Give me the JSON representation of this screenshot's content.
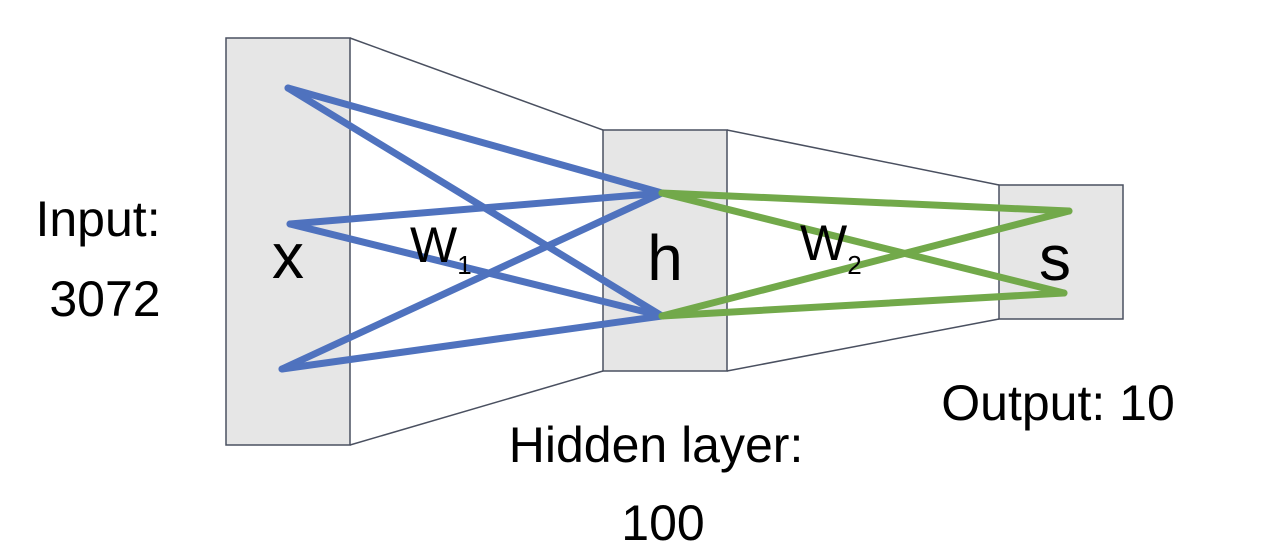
{
  "diagram": {
    "layers": {
      "input": {
        "symbol": "x",
        "caption_lines": [
          "Input:",
          "3072"
        ]
      },
      "hidden": {
        "symbol": "h",
        "caption_lines": [
          "Hidden layer:",
          "100"
        ]
      },
      "output": {
        "symbol": "s",
        "caption": "Output: 10"
      }
    },
    "weights": {
      "w1": {
        "letter": "W",
        "subscript": "1"
      },
      "w2": {
        "letter": "W",
        "subscript": "2"
      }
    },
    "colors": {
      "w1_edges": "#4f72be",
      "w2_edges": "#72a94a",
      "layer_fill": "#e6e6e6",
      "outline": "#4a5060",
      "text": "#000000"
    }
  }
}
